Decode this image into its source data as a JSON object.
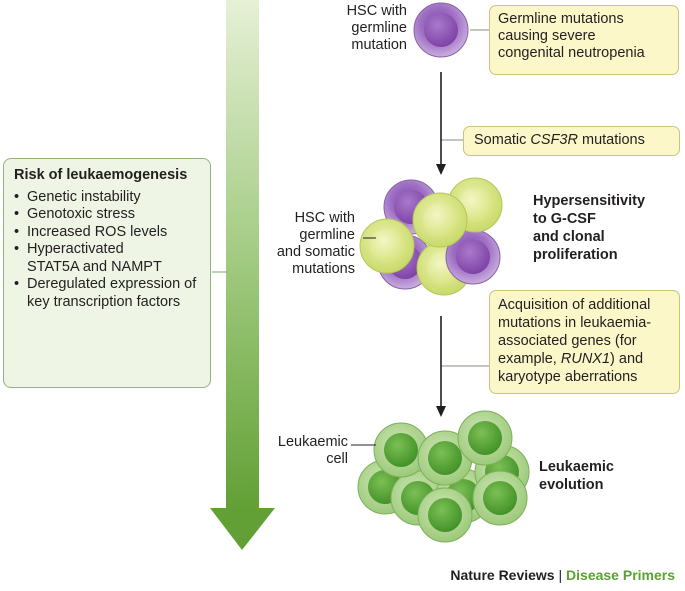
{
  "top_cell_label": [
    "HSC with",
    "germline",
    "mutation"
  ],
  "germline_box": [
    "Germline mutations",
    "causing severe",
    "congenital neutropenia"
  ],
  "somatic_box": {
    "prefix": "Somatic ",
    "gene": "CSF3R",
    "suffix": " mutations"
  },
  "middle_cell_label": [
    "HSC with",
    "germline",
    "and somatic",
    "mutations"
  ],
  "hypersensitivity_label": [
    "Hypersensitivity",
    "to G-CSF",
    "and clonal",
    "proliferation"
  ],
  "acquisition_box": {
    "lines": [
      "Acquisition of additional",
      "mutations in leukaemia-",
      "associated genes (for"
    ],
    "example_prefix": "example, ",
    "example_gene": "RUNX1",
    "example_suffix": ") and",
    "last_line": "karyotype aberrations"
  },
  "leukaemic_cell_label": [
    "Leukaemic",
    "cell"
  ],
  "leukaemic_evolution_label": [
    "Leukaemic",
    "evolution"
  ],
  "risk_box": {
    "title": "Risk of leukaemogenesis",
    "items": [
      "Genetic instability",
      "Genotoxic stress",
      "Increased ROS levels",
      "Hyperactivated STAT5A and NAMPT",
      "Deregulated expression of key transcription factors"
    ]
  },
  "footer": {
    "brand": "Nature Reviews",
    "separator": " | ",
    "series": "Disease Primers"
  },
  "colors": {
    "arrow_green": "#6aa53f",
    "purple_cell": "#8f5ab2",
    "yellow_cell": "#dbe88a",
    "green_cell": "#5fa83a",
    "note_yellow": "#fbf7c9",
    "risk_green": "#eef5e4"
  }
}
